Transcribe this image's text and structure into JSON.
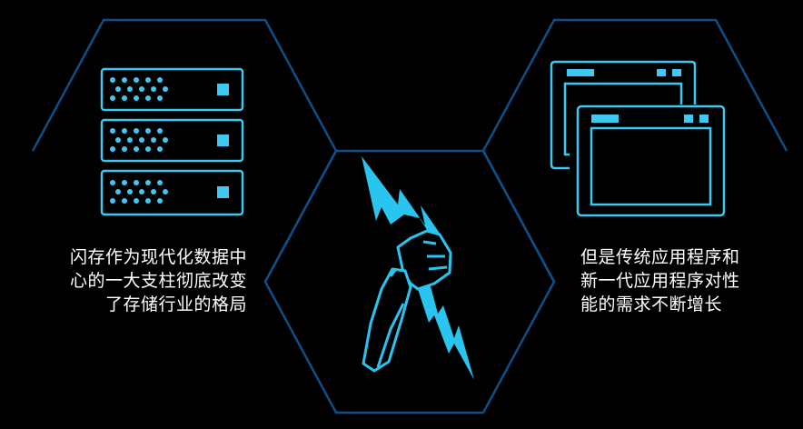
{
  "colors": {
    "background": "#000000",
    "hex_outline": "#0d4f86",
    "accent": "#3ec8f2",
    "lightning": "#29c4f0",
    "text": "#ffffff"
  },
  "left_panel": {
    "icon": "server-rack-icon",
    "caption_lines": [
      "闪存作为现代化数据中",
      "心的一大支柱彻底改变",
      "了存储行业的格局"
    ]
  },
  "center_panel": {
    "icon": "fist-lightning-icon"
  },
  "right_panel": {
    "icon": "application-windows-icon",
    "caption_lines": [
      "但是传统应用程序和",
      "新一代应用程序对性",
      "能的需求不断增长"
    ]
  }
}
